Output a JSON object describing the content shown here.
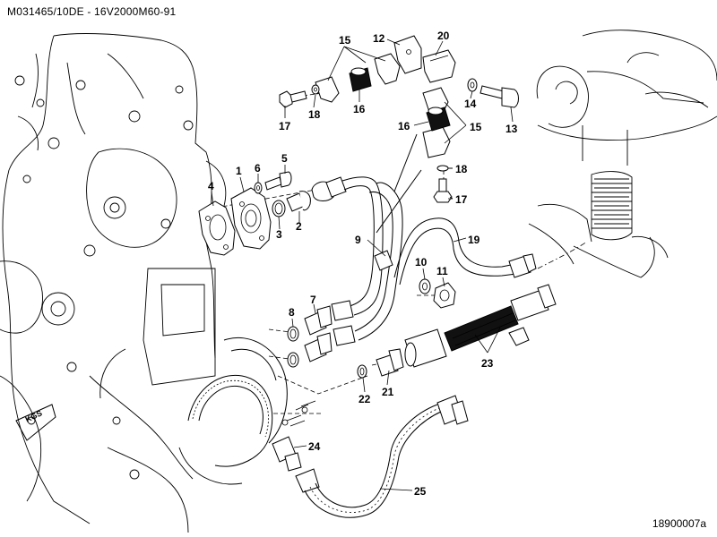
{
  "header": {
    "text": "M031465/10DE - 16V2000M60-91"
  },
  "footer": {
    "text": "18900007a"
  },
  "engine_marking": "KGS",
  "callouts": [
    "1",
    "2",
    "3",
    "4",
    "5",
    "6",
    "7",
    "8",
    "9",
    "10",
    "11",
    "12",
    "13",
    "14",
    "15",
    "16",
    "17",
    "18",
    "19",
    "20",
    "21",
    "22",
    "23",
    "24",
    "25"
  ],
  "repeat_callouts": {
    "15b": "15",
    "16b": "16",
    "17b": "17",
    "18b": "18"
  }
}
